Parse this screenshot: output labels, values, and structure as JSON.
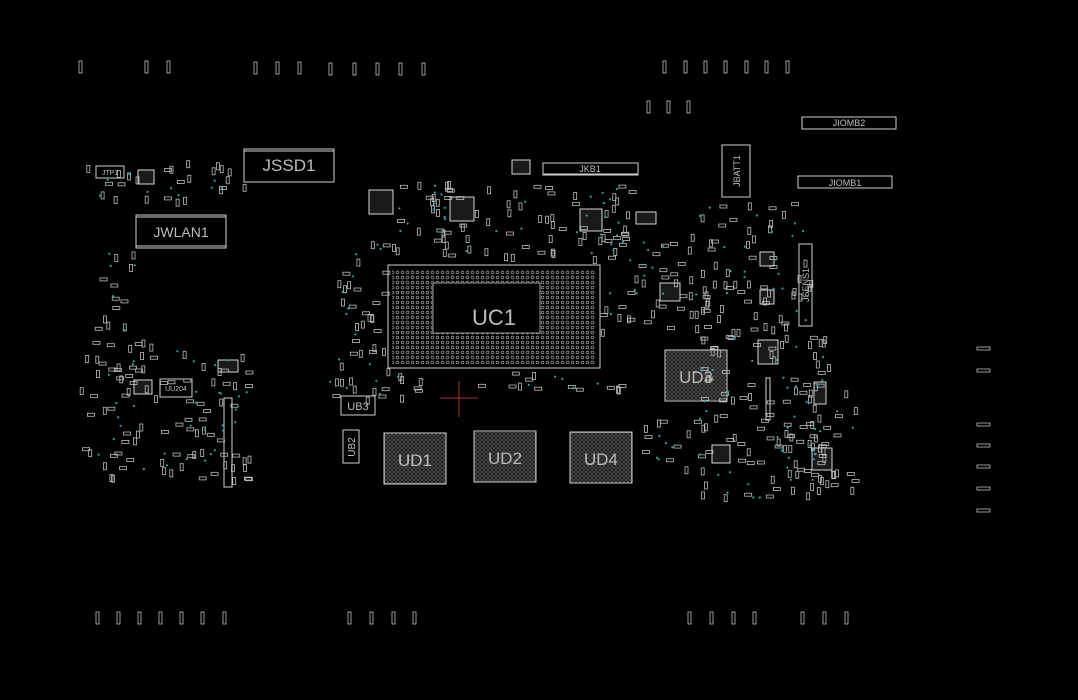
{
  "colors": {
    "background": "#000000",
    "outline": "#cfcfcf",
    "label": "#bdbdbd",
    "via": "#21a6b3",
    "marker": "#b03030"
  },
  "components": {
    "jssd1": "JSSD1",
    "jwlan1": "JWLAN1",
    "uc1": "UC1",
    "ud1": "UD1",
    "ud2": "UD2",
    "ud3": "UD3",
    "ud4": "UD4",
    "ub3": "UB3",
    "ub2": "UB2",
    "jkb1": "JKB1",
    "jiomb2": "JIOMB2",
    "jiomb1": "JIOMB1",
    "jbatt1": "JBATT1",
    "jsens1": "JSENS1",
    "uu204": "UU204",
    "jtp1": "JTP1"
  }
}
